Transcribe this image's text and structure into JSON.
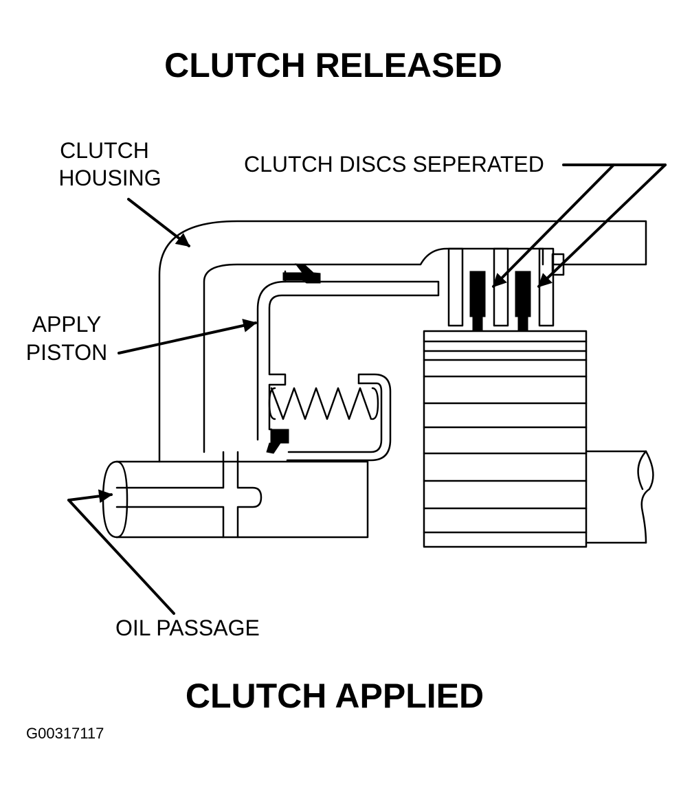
{
  "titles": {
    "top": "CLUTCH RELEASED",
    "bottom": "CLUTCH APPLIED"
  },
  "labels": {
    "housing_line1": "CLUTCH",
    "housing_line2": "HOUSING",
    "discs": "CLUTCH DISCS SEPERATED",
    "piston_line1": "APPLY",
    "piston_line2": "PISTON",
    "oil": "OIL PASSAGE"
  },
  "figure_id": "G00317117"
}
